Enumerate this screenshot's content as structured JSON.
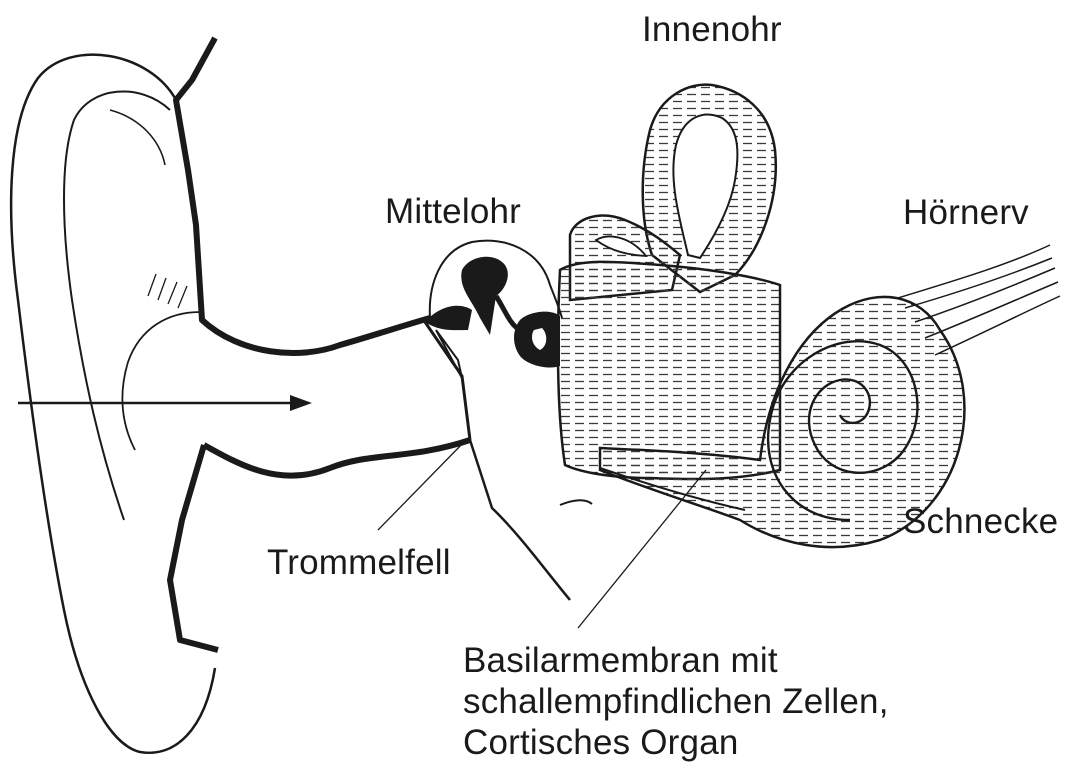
{
  "colors": {
    "background": "#ffffff",
    "ink": "#1a1a1a",
    "hatch": "#3a3a3a"
  },
  "labels": {
    "innenohr": "Innenohr",
    "mittelohr": "Mittelohr",
    "hoernerv": "Hörnerv",
    "schnecke": "Schnecke",
    "trommelfell": "Trommelfell",
    "basilar_line1": "Basilarmembran mit",
    "basilar_line2": "schallempfindlichen Zellen,",
    "basilar_line3": "Cortisches Organ"
  },
  "icons": {
    "sound_arrow": "right-arrow-icon"
  }
}
